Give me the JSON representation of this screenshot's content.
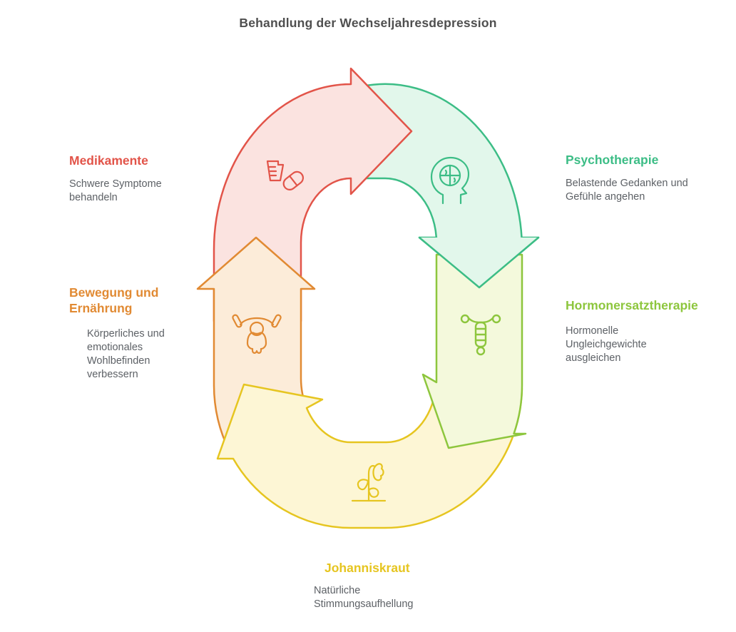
{
  "title": "Behandlung der Wechseljahresdepression",
  "segments": [
    {
      "id": "medikamente",
      "label": "Medikamente",
      "description": "Schwere Symptome behandeln",
      "color": "#e25449",
      "fill": "#fbe3e0",
      "icon": "medicine-cup-pill-icon"
    },
    {
      "id": "psychotherapie",
      "label": "Psychotherapie",
      "description": "Belastende Gedanken und Gefühle angehen",
      "color": "#3cbd86",
      "fill": "#e2f7eb",
      "icon": "head-brain-icon"
    },
    {
      "id": "hormonersatztherapie",
      "label": "Hormonersatztherapie",
      "description": "Hormonelle Ungleichgewichte ausgleichen",
      "color": "#8dc63d",
      "fill": "#f4f9dc",
      "icon": "iud-icon"
    },
    {
      "id": "johanniskraut",
      "label": "Johanniskraut",
      "description": "Natürliche Stimmungsaufhellung",
      "color": "#e6c520",
      "fill": "#fdf6d5",
      "icon": "plant-icon"
    },
    {
      "id": "bewegung",
      "label": "Bewegung und Ernährung",
      "description": "Körperliches und emotionales Wohlbefinden verbessern",
      "color": "#e18a33",
      "fill": "#fcecd9",
      "icon": "exercise-person-icon"
    }
  ],
  "text_colors": {
    "title": "#4f4f4f",
    "body": "#5d6166"
  }
}
